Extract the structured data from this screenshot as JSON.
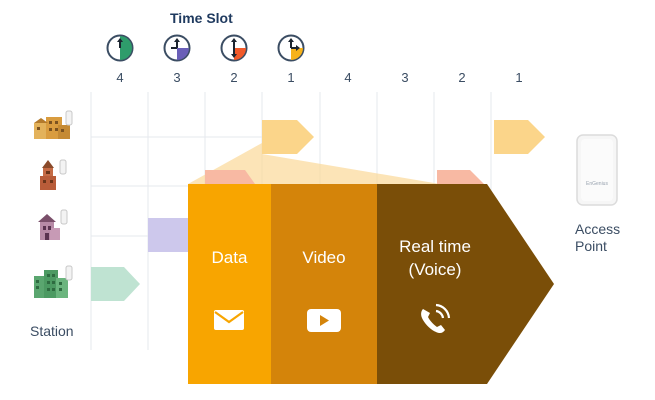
{
  "time_slot_title": "Time Slot",
  "slot_numbers": [
    "4",
    "3",
    "2",
    "1",
    "4",
    "3",
    "2",
    "1"
  ],
  "station_label": "Station",
  "access_point": {
    "line1": "Access",
    "line2": "Point",
    "brand": "EnGenius"
  },
  "segments": [
    {
      "label": "Data",
      "icon": "mail-icon",
      "color": "#f8a500"
    },
    {
      "label": "Video",
      "icon": "play-icon",
      "color": "#d4840a"
    },
    {
      "label": "Real time\n(Voice)",
      "line1": "Real time",
      "line2": "(Voice)",
      "icon": "phone-icon",
      "color": "#7a4e08"
    }
  ],
  "colors": {
    "slot4": "#2e9c6b",
    "slot3": "#6a5fb8",
    "slot2": "#f25a2a",
    "slot1": "#f7b21a",
    "grid": "#e6e9ee",
    "text": "#3b4d63"
  },
  "stations": [
    {
      "name": "building-station-icon",
      "slot": 1
    },
    {
      "name": "tower-station-icon",
      "slot": 2
    },
    {
      "name": "house-station-icon",
      "slot": 3
    },
    {
      "name": "apartment-station-icon",
      "slot": 4
    }
  ]
}
